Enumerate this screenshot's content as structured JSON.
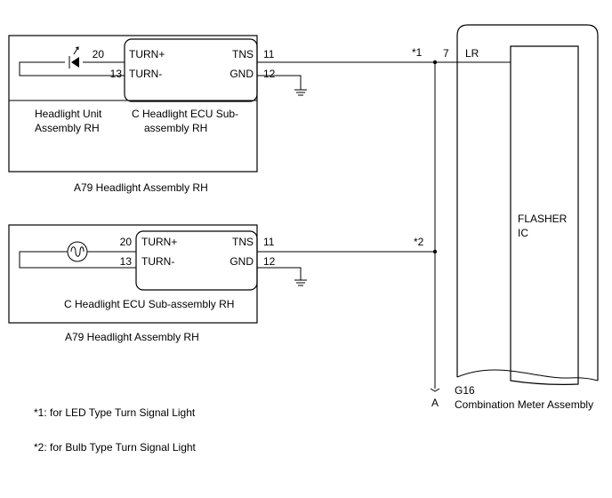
{
  "diagram": {
    "top_unit": {
      "pin_turn_plus_num": "20",
      "pin_turn_plus": "TURN+",
      "pin_tns": "TNS",
      "pin_tns_num": "11",
      "pin_turn_minus_num": "13",
      "pin_turn_minus": "TURN-",
      "pin_gnd": "GND",
      "pin_gnd_num": "12",
      "headlight_unit_line1": "Headlight Unit",
      "headlight_unit_line2": "Assembly RH",
      "ecu_line1": "C  Headlight ECU Sub-",
      "ecu_line2": "assembly RH",
      "caption": "A79  Headlight Assembly RH",
      "note_marker": "*1"
    },
    "bottom_unit": {
      "pin_turn_plus_num": "20",
      "pin_turn_plus": "TURN+",
      "pin_tns": "TNS",
      "pin_tns_num": "11",
      "pin_turn_minus_num": "13",
      "pin_turn_minus": "TURN-",
      "pin_gnd": "GND",
      "pin_gnd_num": "12",
      "ecu_label": "C  Headlight ECU Sub-assembly RH",
      "caption": "A79    Headlight Assembly RH",
      "note_marker": "*2"
    },
    "meter": {
      "pin_num": "7",
      "pin_name": "LR",
      "flasher_line1": "FLASHER",
      "flasher_line2": "IC",
      "connector": "G16",
      "name": "Combination Meter Assembly"
    },
    "bus_label": "A",
    "notes": [
      "*1: for LED Type Turn Signal Light",
      "*2: for Bulb Type Turn Signal Light"
    ]
  }
}
